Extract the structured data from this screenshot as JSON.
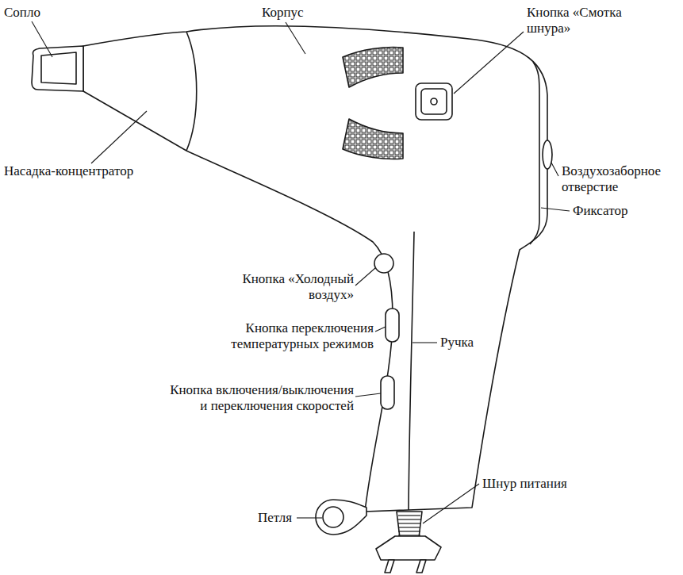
{
  "diagram": {
    "labels": [
      "Сопло",
      "Корпус",
      "Кнопка «Смотка шнура»",
      "Насадка-концентратор",
      "Воздухозаборное отверстие",
      "Фиксатор",
      "Кнопка «Холодный воздух»",
      "Кнопка переключения температурных режимов",
      "Кнопка включения/выключения и переключения скоростей",
      "Ручка",
      "Петля",
      "Шнур питания"
    ]
  }
}
